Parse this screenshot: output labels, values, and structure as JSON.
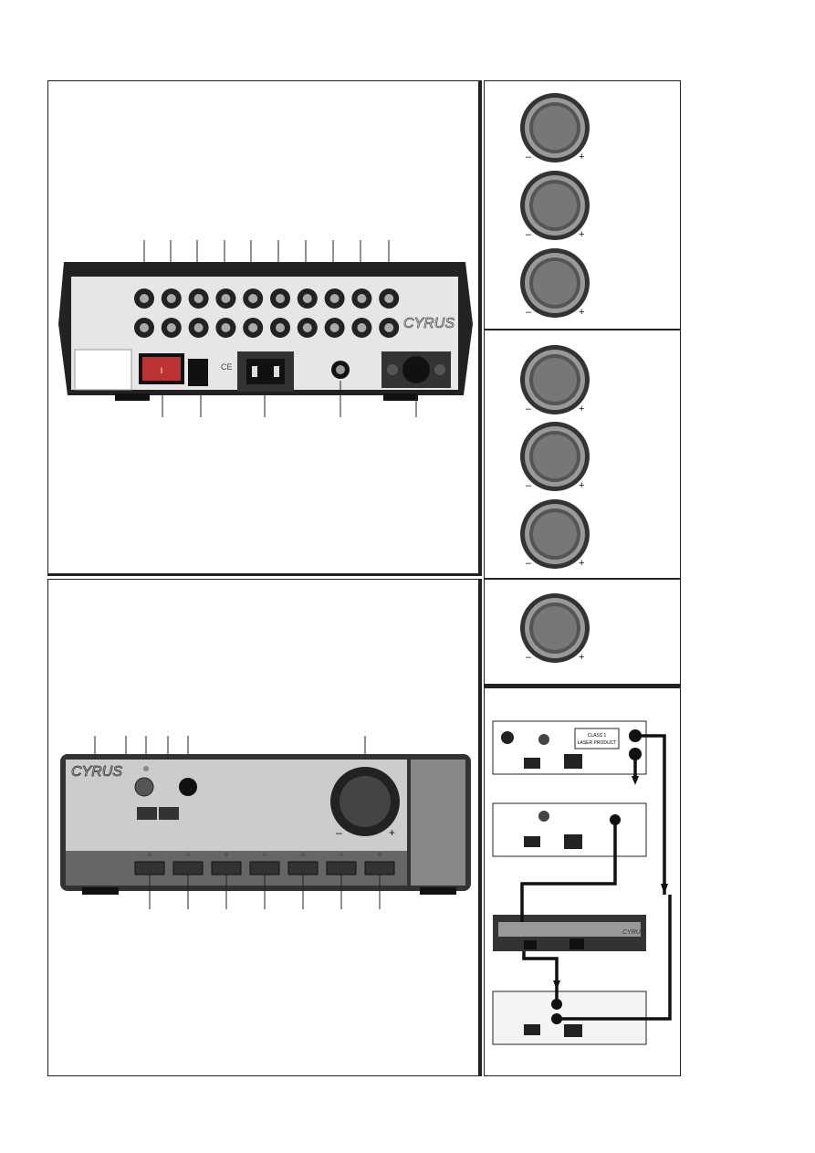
{
  "rear_panel": {
    "brand_logo": "CYRUS",
    "callout_count_top": 10,
    "callout_count_bottom": 5
  },
  "front_panel": {
    "brand_logo": "CYRUS",
    "volume_minus": "–",
    "volume_plus": "+",
    "input_button_count": 7
  },
  "volume_knobs": {
    "minus_label": "–",
    "plus_label": "+",
    "count": 7
  },
  "connection_diagram": {
    "laser_label_line1": "CLASS 1",
    "laser_label_line2": "LASER PRODUCT",
    "brand_logo": "CYRUS"
  }
}
